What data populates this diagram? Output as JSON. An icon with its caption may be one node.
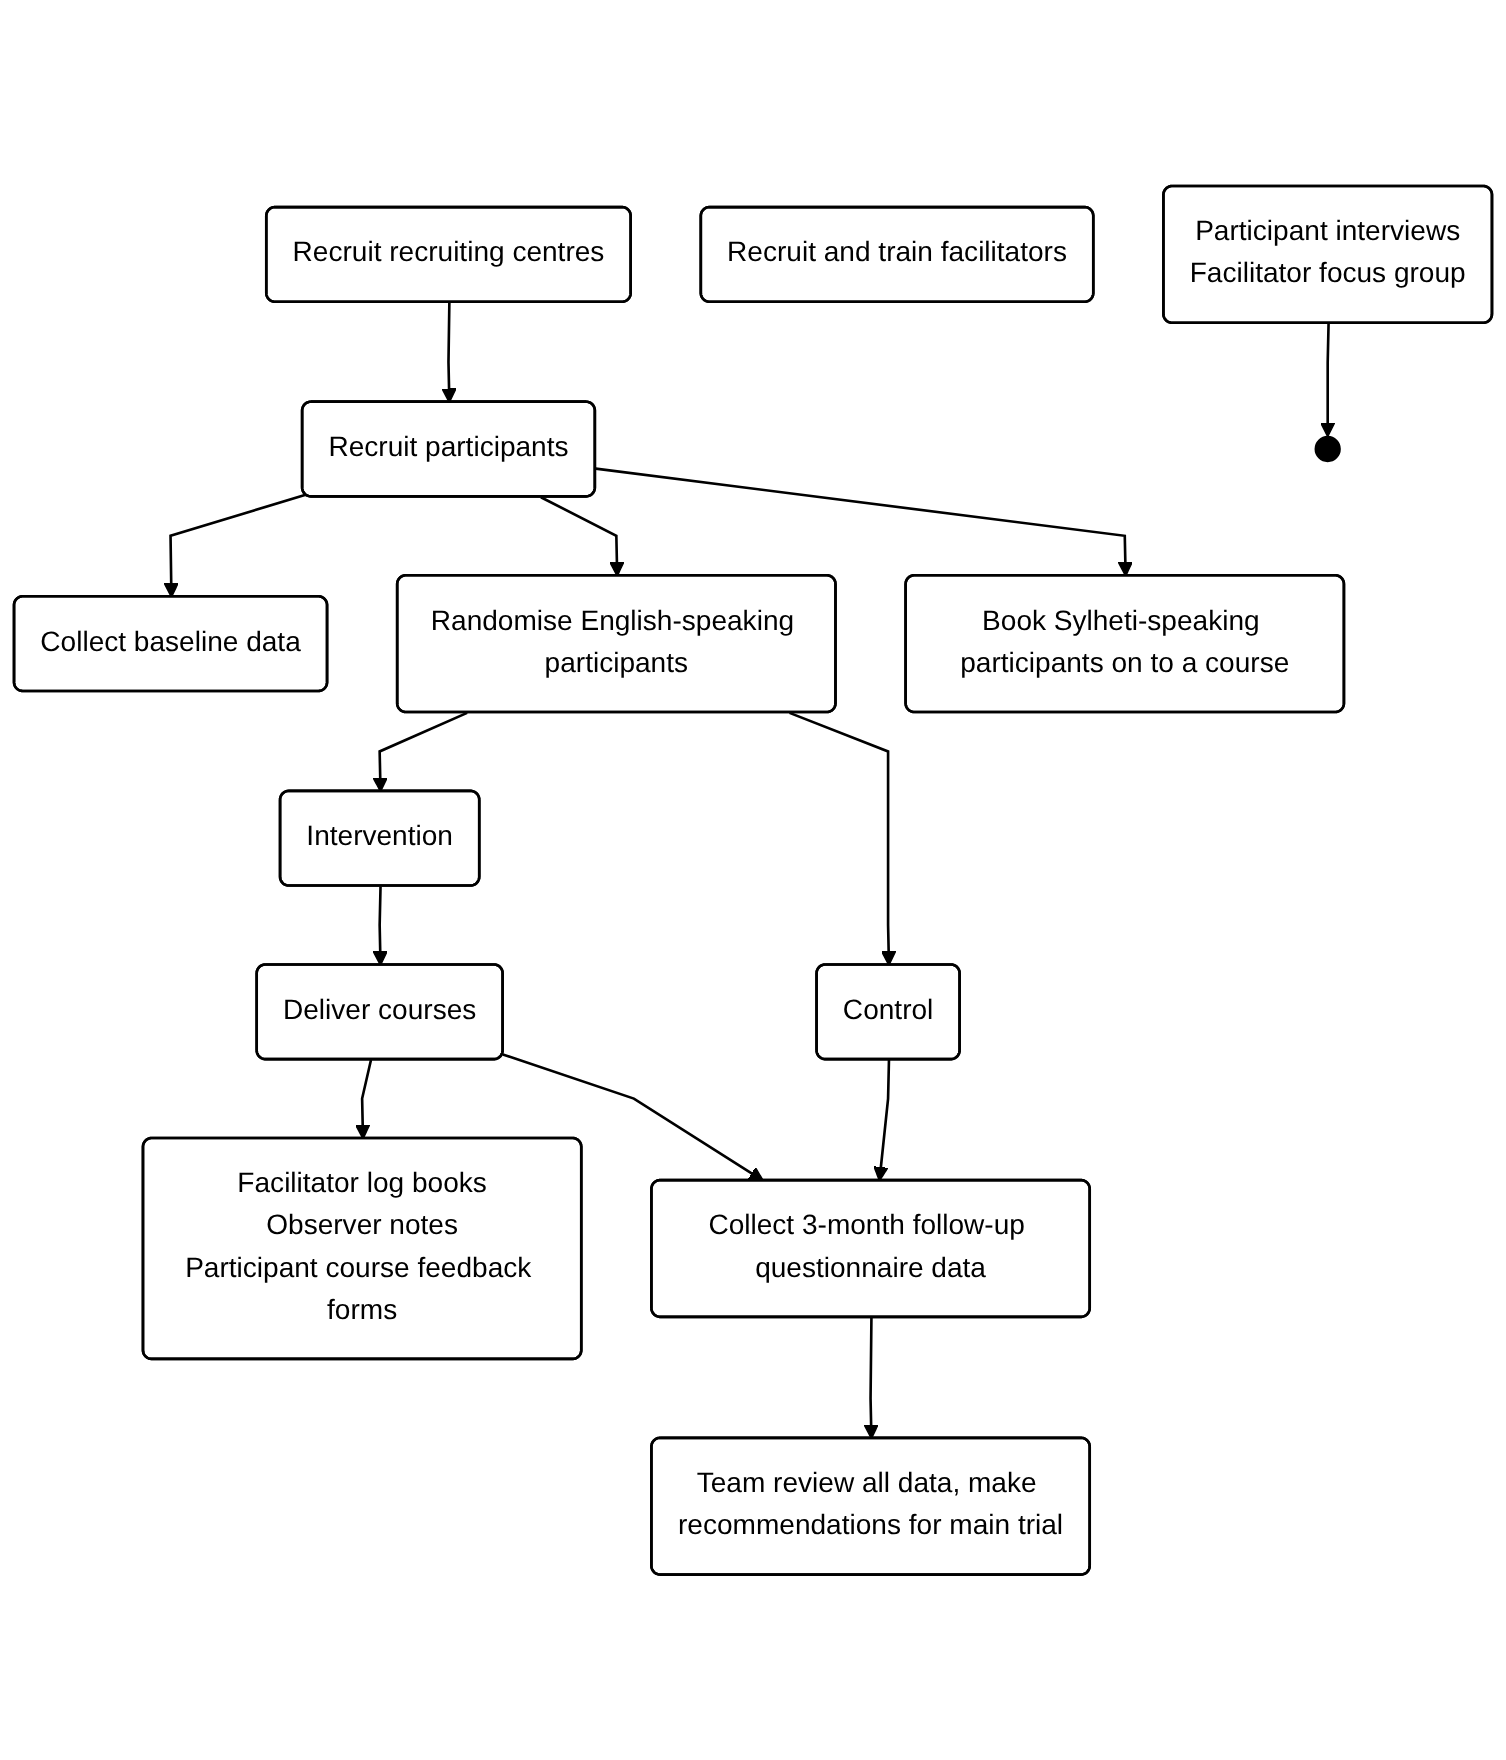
{
  "diagram": {
    "nodes": [
      {
        "text": [
          "Recruit recruiting centres"
        ]
      },
      {
        "text": [
          "Recruit and train facilitators"
        ]
      },
      {
        "text": [
          "Recruit participants"
        ]
      },
      {
        "text": [
          "Collect baseline data"
        ]
      },
      {
        "text": [
          "Randomise English-speaking participants"
        ]
      },
      {
        "text": [
          "Book Sylheti-speaking participants on to a course"
        ]
      },
      {
        "text": [
          "Control"
        ]
      },
      {
        "text": [
          "Intervention"
        ]
      },
      {
        "text": [
          "Deliver courses"
        ]
      },
      {
        "text": [
          "Facilitator log books",
          "Observer notes",
          "Participant course feedback forms"
        ]
      },
      {
        "text": [
          "Collect 3-month follow-up questionnaire data"
        ]
      },
      {
        "text": [
          "Participant interviews",
          "Facilitator focus group"
        ]
      },
      {
        "text": [
          "Team review all data, make recommendations for main trial"
        ]
      }
    ],
    "edges": [
      {
        "from": 0,
        "to": 2,
        "arrow": "to"
      },
      {
        "from": 2,
        "to": 3,
        "arrow": "to"
      },
      {
        "from": 2,
        "to": 4,
        "arrow": "to"
      },
      {
        "from": 2,
        "to": 5,
        "arrow": "to"
      },
      {
        "from": 4,
        "to": 6,
        "arrow": "to"
      },
      {
        "from": 4,
        "to": 7,
        "arrow": "to"
      },
      {
        "from": 7,
        "to": 8,
        "arrow": "to"
      },
      {
        "from": 8,
        "to": 9,
        "arrow": "to"
      },
      {
        "from": 6,
        "to": 10,
        "arrow": "to"
      },
      {
        "from": 8,
        "to": 10,
        "arrow": "to"
      },
      {
        "from": 11,
        "to": null,
        "arrow": "to"
      },
      {
        "from": 10,
        "to": 12,
        "arrow": "to"
      }
    ]
  }
}
